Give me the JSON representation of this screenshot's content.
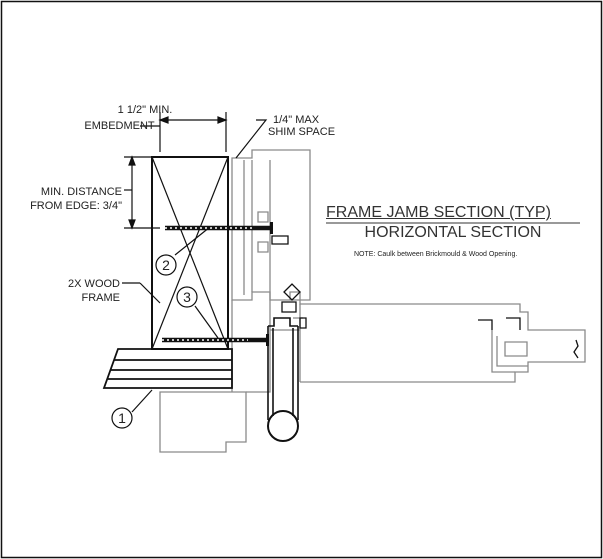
{
  "labels": {
    "embedment_1": "1 1/2\" MIN.",
    "embedment_2": "EMBEDMENT",
    "shim_1": "1/4\" MAX",
    "shim_2": "SHIM SPACE",
    "min_distance_1": "MIN. DISTANCE",
    "min_distance_2": "FROM EDGE: 3/4\"",
    "wood_frame_1": "2X WOOD",
    "wood_frame_2": "FRAME"
  },
  "titles": {
    "section_1": "FRAME JAMB SECTION (TYP)",
    "section_2": "HORIZONTAL SECTION",
    "note": "NOTE: Caulk between Brickmould & Wood Opening."
  },
  "callouts": [
    "1",
    "2",
    "3"
  ],
  "colors": {
    "line_dark": "#111111",
    "line_gray": "#8a8a8a"
  }
}
